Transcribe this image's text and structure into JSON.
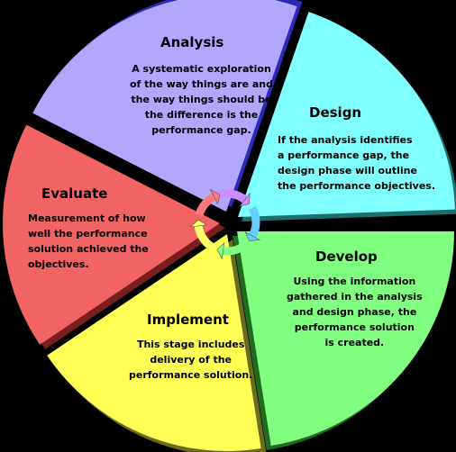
{
  "segments": [
    {
      "key": "analysis",
      "title": "Analysis",
      "text": "A systematic exploration\nof the way things are and\nthe way things should be\nthe difference is the\nperformance gap.",
      "color": "#b3a6ff",
      "shadow": "#2b2bb8"
    },
    {
      "key": "design",
      "title": "Design",
      "text": "If the analysis identifies\na performance gap, the\ndesign phase will outline\nthe performance objectives.",
      "color": "#80ffff",
      "shadow": "#1e6e6e"
    },
    {
      "key": "develop",
      "title": "Develop",
      "text": "Using the information\ngathered in the analysis\nand design phase, the\nperformance solution\nis created.",
      "color": "#80ff80",
      "shadow": "#1f6b1f"
    },
    {
      "key": "implement",
      "title": "Implement",
      "text": "This stage includes\ndelivery of the\nperformance solution.",
      "color": "#ffff55",
      "shadow": "#6b6b1f"
    },
    {
      "key": "evaluate",
      "title": "Evaluate",
      "text": "Measurement of how\nwell the performance\nsolution achieved the\nobjectives.",
      "color": "#f26363",
      "shadow": "#7a1f1f"
    }
  ],
  "cycle_arrow_colors": [
    "#cf8cff",
    "#66ccff",
    "#80ff80",
    "#ffff66",
    "#ff7a7a"
  ]
}
